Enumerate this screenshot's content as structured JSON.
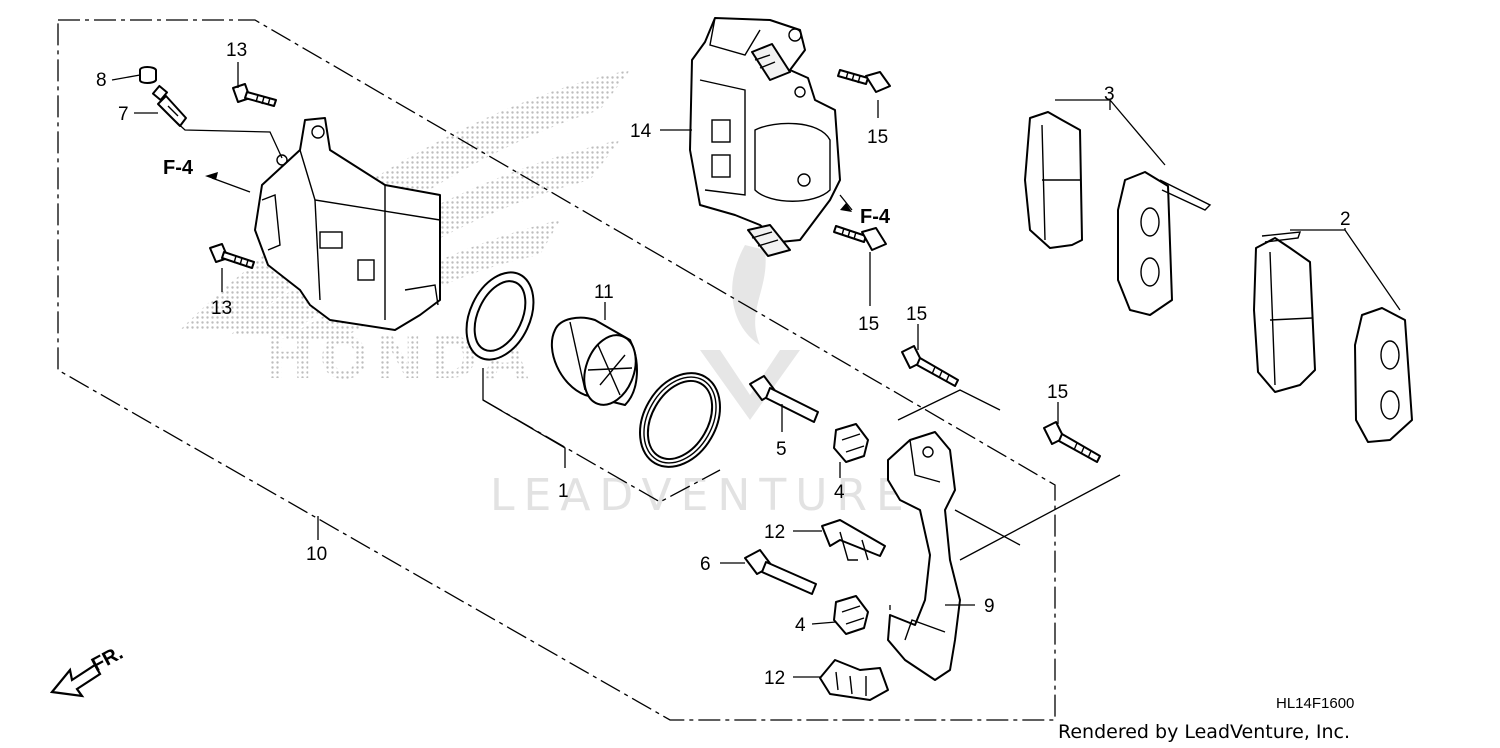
{
  "callouts": {
    "c1": "1",
    "c2": "2",
    "c3": "3",
    "c4a": "4",
    "c4b": "4",
    "c5": "5",
    "c6": "6",
    "c7": "7",
    "c8": "8",
    "c9": "9",
    "c10": "10",
    "c11": "11",
    "c12a": "12",
    "c12b": "12",
    "c13a": "13",
    "c13b": "13",
    "c14": "14",
    "c15a": "15",
    "c15b": "15",
    "c15c": "15",
    "c15d": "15"
  },
  "direction_labels": {
    "ref_left": "F-4",
    "ref_right": "F-4",
    "front": "FR."
  },
  "diagram_code": "HL14F1600",
  "credit": "Rendered by LeadVenture, Inc.",
  "watermark": {
    "text": "LEADVENTURE",
    "logo_text": "HONDA"
  },
  "colors": {
    "line": "#000000",
    "watermark": "#e2e2e2",
    "background": "#ffffff"
  }
}
